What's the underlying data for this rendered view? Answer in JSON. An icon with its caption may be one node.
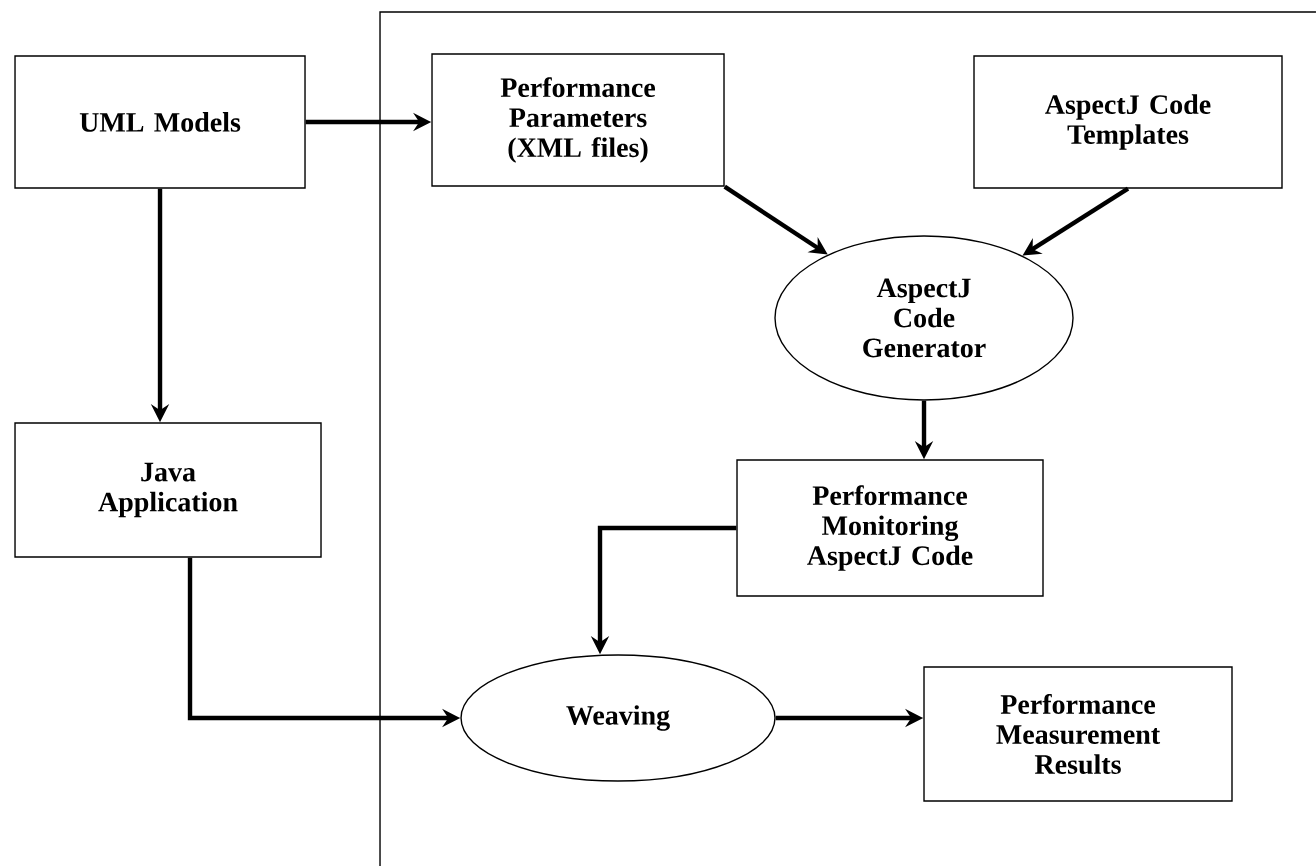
{
  "diagram": {
    "nodes": [
      {
        "text": [
          "UML Models"
        ]
      },
      {
        "text": [
          "Performance Parameters (XML files)"
        ]
      },
      {
        "text": [
          "AspectJ Code Templates"
        ]
      },
      {
        "text": [
          "AspectJ Code Generator"
        ]
      },
      {
        "text": [
          "Java Application"
        ]
      },
      {
        "text": [
          "Performance Monitoring AspectJ Code"
        ]
      },
      {
        "text": [
          "Weaving"
        ]
      },
      {
        "text": [
          "Performance Measurement Results"
        ]
      }
    ],
    "edges": [
      {
        "from": 0,
        "to": 1,
        "arrow": "to"
      },
      {
        "from": 0,
        "to": 4,
        "arrow": "to"
      },
      {
        "from": 1,
        "to": 3,
        "arrow": "to"
      },
      {
        "from": 2,
        "to": 3,
        "arrow": "to"
      },
      {
        "from": 3,
        "to": 5,
        "arrow": "to"
      },
      {
        "from": 5,
        "to": 6,
        "arrow": "to"
      },
      {
        "from": 4,
        "to": 6,
        "arrow": "to"
      },
      {
        "from": 6,
        "to": 7,
        "arrow": "to"
      }
    ]
  }
}
